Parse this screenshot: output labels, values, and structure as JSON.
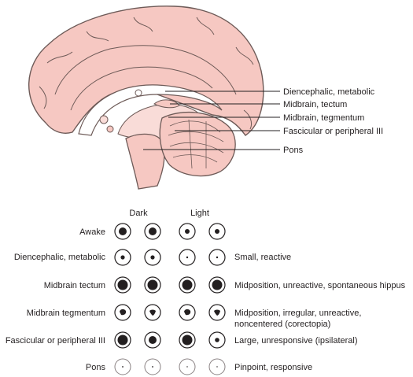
{
  "brain_labels": [
    "Diencephalic, metabolic",
    "Midbrain, tectum",
    "Midbrain, tegmentum",
    "Fascicular or peripheral III",
    "Pons"
  ],
  "table": {
    "headers": {
      "dark": "Dark",
      "light": "Light"
    },
    "rows": [
      {
        "label": "Awake",
        "description": "",
        "pupil_dark": "medium",
        "pupil_light": "small"
      },
      {
        "label": "Diencephalic, metabolic",
        "description": "Small, reactive",
        "pupil_dark": "small",
        "pupil_light": "tiny"
      },
      {
        "label": "Midbrain tectum",
        "description": "Midposition, unreactive, spontaneous hippus",
        "pupil_dark": "large",
        "pupil_light": "large"
      },
      {
        "label": "Midbrain tegmentum",
        "description": "Midposition, irregular, unreactive,",
        "description2": "noncentered (corectopia)",
        "pupil_dark": "irregular",
        "pupil_light": "irregular"
      },
      {
        "label": "Fascicular or peripheral III",
        "description": "Large, unresponsive (ipsilateral)",
        "pupil_dark": "large-left-normal-right",
        "pupil_light": "large-left-small-right"
      },
      {
        "label": "Pons",
        "description": "Pinpoint, responsive",
        "pupil_dark": "pinpoint",
        "pupil_light": "pinpoint"
      }
    ]
  },
  "colors": {
    "brain_fill": "#f6c8c2",
    "brain_stroke": "#6d5a57",
    "pupil": "#231f20"
  }
}
